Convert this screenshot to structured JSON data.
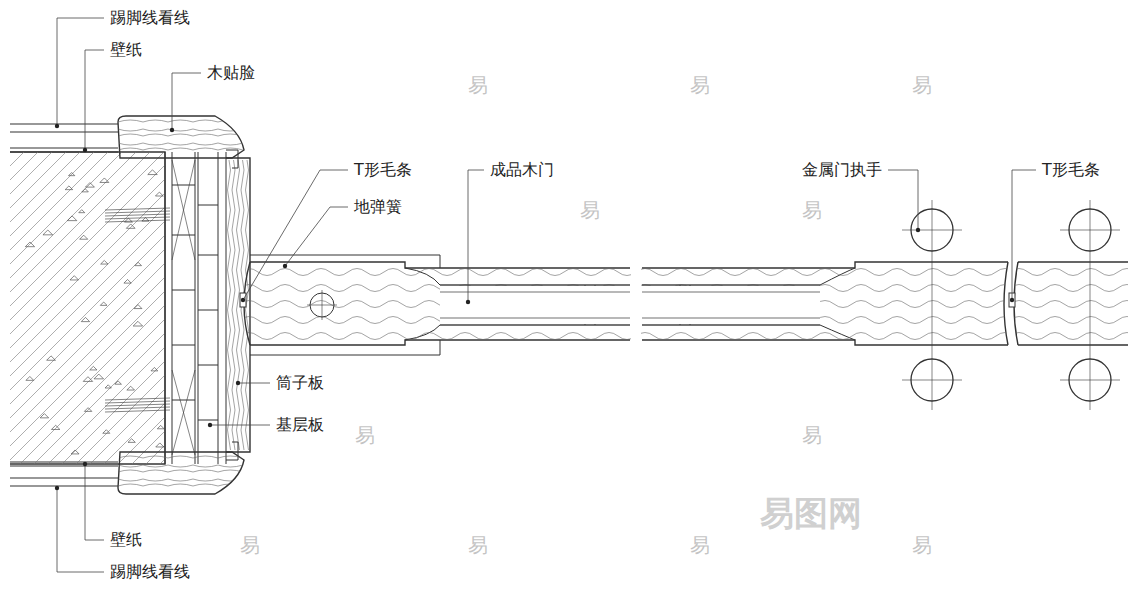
{
  "diagram": {
    "labels": [
      "踢脚线看线",
      "壁纸",
      "木贴脸",
      "T形毛条",
      "地弹簧",
      "成品木门",
      "金属门执手",
      "T形毛条",
      "筒子板",
      "基层板",
      "壁纸",
      "踢脚线看线",
      "易",
      "易",
      "易",
      "易",
      "易",
      "易",
      "易",
      "易",
      "易",
      "易",
      "易",
      "易图网"
    ]
  }
}
